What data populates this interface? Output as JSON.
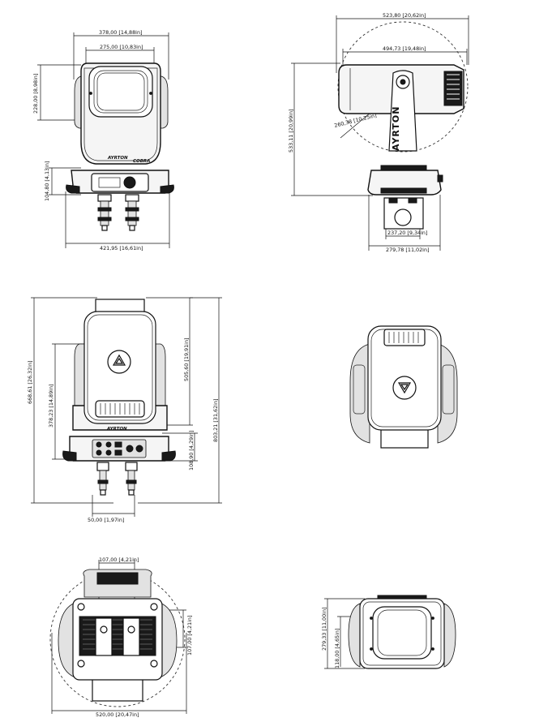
{
  "dimensions": {
    "front_top_width": "378,00 [14,88in]",
    "front_lens_width": "275,00 [10,83in]",
    "front_head_height": "228,00 [8,98in]",
    "front_base_height": "104,80 [4,13in]",
    "front_base_width": "421,95 [16,61in]",
    "side_top_width": "523,80 [20,62in]",
    "side_head_depth": "494,73 [19,48in]",
    "side_radius": "260,38 [10,25in]",
    "side_total_height": "533,11 [20,99in]",
    "side_clamp_spacing": "237,20 [9,34in]",
    "side_base_depth": "279,78 [11,02in]",
    "rear_total_height": "668,61 [26,32in]",
    "rear_yoke_height": "378,23 [14,89in]",
    "rear_head_height": "505,60 [19,91in]",
    "rear_overall_height": "803,21 [31,62in]",
    "rear_base_height": "108,90 [4,29in]",
    "rear_clamp_offset": "50,00 [1,97in]",
    "bottom_clamp_spacing": "107,00 [4,21in]",
    "bottom_side_depth": "107,00 [4,21in]",
    "bottom_total_width": "520,00 [20,47in]",
    "top_view_depth": "279,33 [11,00in]",
    "top_view_lens": "118,00 [4,65in]"
  },
  "labels": {
    "brand_front": "AYRTON",
    "brand_rear": "AYRTON",
    "brand_side": "AYRTON",
    "model_badge": "COBRA"
  },
  "colors": {
    "line": "#111111",
    "fill_dark": "#1a1a1a"
  }
}
